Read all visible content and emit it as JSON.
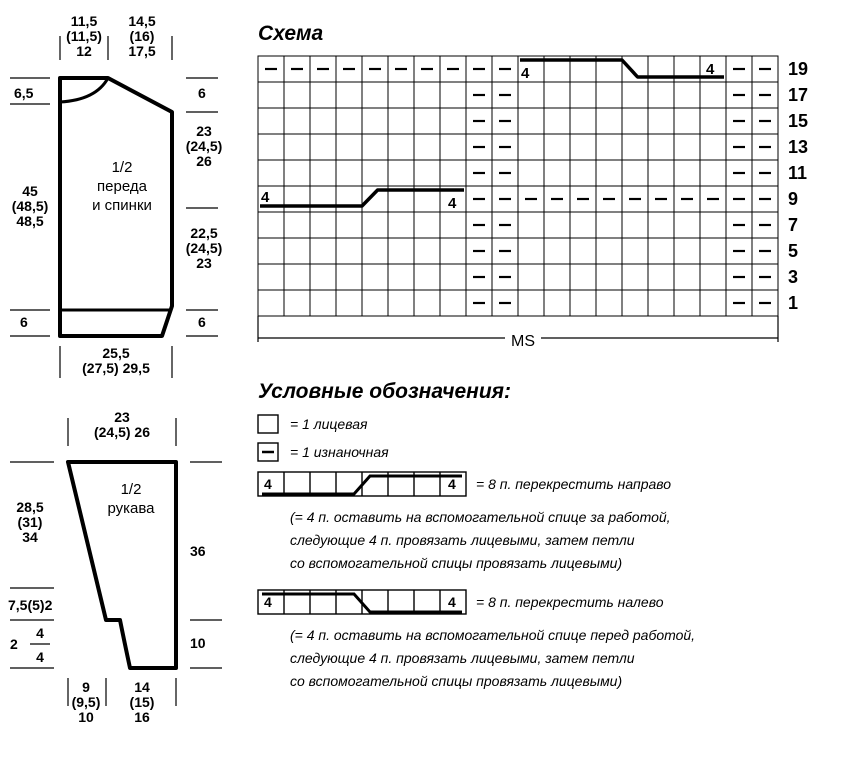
{
  "front": {
    "label_line1": "1/2",
    "label_line2": "переда",
    "label_line3": "и спинки",
    "top_left": [
      "11,5",
      "(11,5)",
      "12"
    ],
    "top_right": [
      "14,5",
      "(16)",
      "17,5"
    ],
    "left_neck": "6,5",
    "right_shoulder": "6",
    "left_height": [
      "45",
      "(48,5)",
      "48,5"
    ],
    "right_armhole": [
      "23",
      "(24,5)",
      "26"
    ],
    "right_side": [
      "22,5",
      "(24,5)",
      "23"
    ],
    "left_band": "6",
    "right_band": "6",
    "bottom_width": [
      "25,5",
      "(27,5) 29,5"
    ]
  },
  "sleeve": {
    "label_line1": "1/2",
    "label_line2": "рукава",
    "top_width": [
      "23",
      "(24,5) 26"
    ],
    "left_height": [
      "28,5",
      "(31)",
      "34"
    ],
    "right_height": "36",
    "left_step": "7,5(5)2",
    "left_small_2": "2",
    "left_frac_top": "4",
    "left_frac_bottom": "4",
    "right_cuff": "10",
    "bottom_left": [
      "9",
      "(9,5)",
      "10"
    ],
    "bottom_right": [
      "14",
      "(15)",
      "16"
    ]
  },
  "scheme": {
    "title": "Схема",
    "row_numbers": [
      "19",
      "17",
      "15",
      "13",
      "11",
      "9",
      "7",
      "5",
      "3",
      "1"
    ],
    "ms_label": "MS",
    "cable_count": "4"
  },
  "legend": {
    "title": "Условные обозначения:",
    "knit": "= 1 лицевая",
    "purl": "= 1 изнаночная",
    "cable_right": "= 8 п. перекрестить направо",
    "cable_right_desc": [
      "(= 4 п. оставить на вспомогательной спице за работой,",
      "следующие 4 п. провязать лицевыми, затем петли",
      "со вспомогательной спицы провязать лицевыми)"
    ],
    "cable_left": "= 8 п. перекрестить налево",
    "cable_left_desc": [
      "(= 4 п. оставить на вспомогательной спице перед работой,",
      "следующие 4 п. провязать лицевыми, затем петли",
      "со вспомогательной спицы провязать лицевыми)"
    ],
    "cable_count": "4"
  }
}
